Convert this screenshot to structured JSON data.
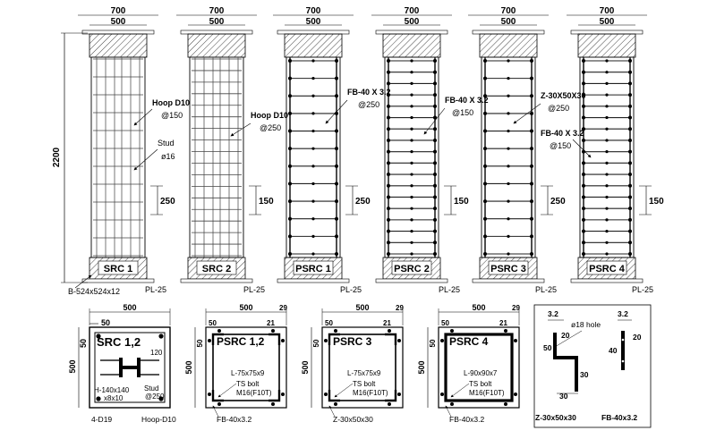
{
  "columns": [
    {
      "label": "SRC 1",
      "dim_top": "700",
      "dim_inner": "500",
      "spacing": "250"
    },
    {
      "label": "SRC 2",
      "dim_top": "700",
      "dim_inner": "500",
      "spacing": "150"
    },
    {
      "label": "PSRC 1",
      "dim_top": "700",
      "dim_inner": "500",
      "spacing": "250"
    },
    {
      "label": "PSRC 2",
      "dim_top": "700",
      "dim_inner": "500",
      "spacing": "150"
    },
    {
      "label": "PSRC 3",
      "dim_top": "700",
      "dim_inner": "500",
      "spacing": "250"
    },
    {
      "label": "PSRC 4",
      "dim_top": "700",
      "dim_inner": "500",
      "spacing": "150"
    }
  ],
  "height_dim": "2200",
  "elevation_notes": {
    "src1_hoop": "Hoop D10",
    "src1_hoop_sp": "@150",
    "src1_stud": "Stud",
    "src1_stud_d": "ø16",
    "src2_hoop": "Hoop D10",
    "src2_hoop_sp": "@250",
    "psrc1_fb": "FB-40 X 3.2",
    "psrc1_fb_sp": "@250",
    "psrc2_fb": "FB-40 X 3.2",
    "psrc2_fb_sp": "@150",
    "psrc3_z": "Z-30X50X30",
    "psrc3_z_sp": "@250",
    "psrc4_fb": "FB-40 X 3.2",
    "psrc4_fb_sp": "@150",
    "base_plate": "B-524x524x12",
    "pl": "PL-25"
  },
  "sections": {
    "src": {
      "title": "SRC 1,2",
      "dim_w": "500",
      "dim_cover": "50",
      "dim_h": "500",
      "dim_side": "50",
      "dim_120": "120",
      "h_beam": "H-140x140",
      "h_beam2": "x8x10",
      "stud": "Stud",
      "stud_sp": "@250",
      "bars": "4-D19",
      "hoop": "Hoop-D10"
    },
    "psrc12": {
      "title": "PSRC 1,2",
      "dim_w": "500",
      "dim_29": "29",
      "dim_50": "50",
      "dim_21": "21",
      "dim_h": "500",
      "angle": "L-75x75x9",
      "bolt": "TS bolt",
      "bolt2": "M16(F10T)",
      "tie": "FB-40x3.2"
    },
    "psrc3": {
      "title": "PSRC 3",
      "dim_w": "500",
      "dim_29": "29",
      "dim_50": "50",
      "dim_21": "21",
      "dim_h": "500",
      "angle": "L-75x75x9",
      "bolt": "TS bolt",
      "bolt2": "M16(F10T)",
      "tie": "Z-30x50x30"
    },
    "psrc4": {
      "title": "PSRC 4",
      "dim_w": "500",
      "dim_29": "29",
      "dim_50": "50",
      "dim_21": "21",
      "dim_h": "500",
      "angle": "L-90x90x7",
      "bolt": "TS bolt",
      "bolt2": "M16(F10T)",
      "tie": "FB-40x3.2"
    }
  },
  "detail": {
    "z_label": "Z-30x50x30",
    "fb_label": "FB-40x3.2",
    "hole": "ø18 hole",
    "t1": "3.2",
    "t2": "3.2",
    "d20a": "20",
    "d50": "50",
    "d30a": "30",
    "d30b": "30",
    "d20b": "20",
    "d40": "40"
  }
}
